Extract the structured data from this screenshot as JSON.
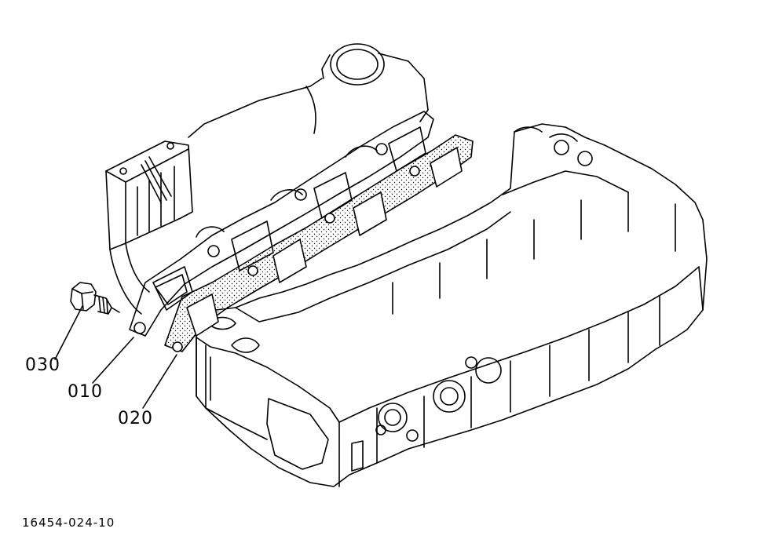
{
  "labels": {
    "part_030": "030",
    "part_010": "010",
    "part_020": "020"
  },
  "reference_code": "16454-024-10",
  "colors": {
    "ink": "#000000",
    "paper": "#ffffff"
  }
}
